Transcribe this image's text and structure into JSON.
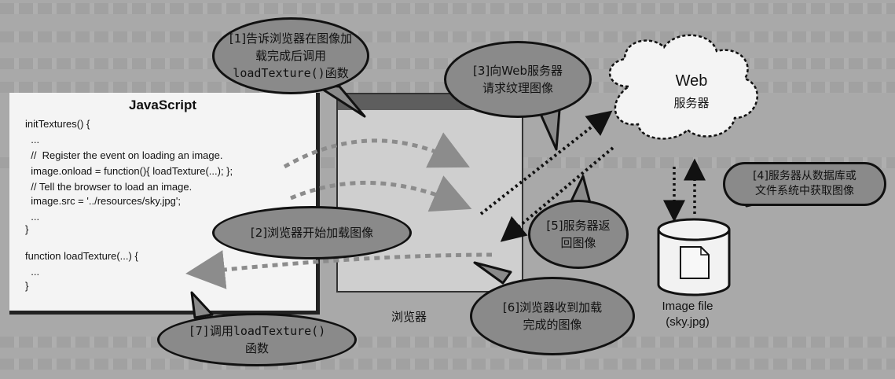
{
  "javascript_panel": {
    "title": "JavaScript",
    "code": [
      "initTextures() {",
      "  ...",
      "  //  Register the event on loading an image.",
      "  image.onload = function(){ loadTexture(...); };",
      "  // Tell the browser to load an image.",
      "  image.src = '../resources/sky.jpg';",
      "  ...",
      "}",
      "function loadTexture(...) {",
      "  ...",
      "}"
    ]
  },
  "browser": {
    "label": "浏览器"
  },
  "web_server": {
    "title": "Web",
    "subtitle": "服务器"
  },
  "image_file": {
    "line1": "Image file",
    "line2": "(sky.jpg)"
  },
  "steps": {
    "s1": {
      "line1": "[1]告诉浏览器在图像加",
      "line2": "载完成后调用",
      "line3": "loadTexture()函数"
    },
    "s2": {
      "text": "[2]浏览器开始加载图像"
    },
    "s3": {
      "line1": "[3]向Web服务器",
      "line2": "请求纹理图像"
    },
    "s4": {
      "line1": "[4]服务器从数据库或",
      "line2": "文件系统中获取图像"
    },
    "s5": {
      "line1": "[5]服务器返",
      "line2": "回图像"
    },
    "s6": {
      "line1": "[6]浏览器收到加载",
      "line2": "完成的图像"
    },
    "s7": {
      "line1": "[7]调用loadTexture()",
      "line2": "函数"
    }
  },
  "colors": {
    "background": "#a9a9a9",
    "bubble_fill": "#8a8a8a",
    "panel_fill": "#f4f4f4",
    "dashed_arrow": "#8c8c8c",
    "dotted_arrow": "#111111"
  }
}
